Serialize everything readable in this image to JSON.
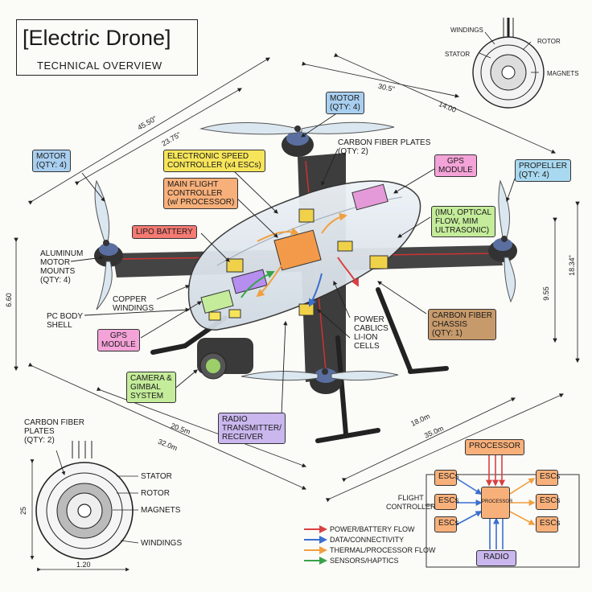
{
  "title": "[Electric Drone]",
  "subtitle": "TECHNICAL OVERVIEW",
  "colors": {
    "power": "#d94040",
    "data": "#3a6fd0",
    "thermal": "#f0a040",
    "sensors": "#3aa24a"
  },
  "labels": {
    "motor_top": [
      "MOTOR",
      "(QTY: 4)"
    ],
    "motor_left": [
      "MOTOR",
      "(QTY: 4)"
    ],
    "carbon_plates_top": [
      "CARBON FIBER PLATES",
      "(QTY: 2)"
    ],
    "esc": [
      "ELECTRONIC SPEED",
      "CONTROLLER (x4 ESCs)"
    ],
    "main_fc": [
      "MAIN FLIGHT",
      "CONTROLLER",
      "(w/ PROCESSOR)"
    ],
    "gps_top": [
      "GPS",
      "MODULE"
    ],
    "propeller": [
      "PROPELLER",
      "(QTY: 4)"
    ],
    "imu": [
      "(IMU, OPTICAL",
      "FLOW, MIM",
      "ULTRASONIC)"
    ],
    "lipo": "LIPO BATTERY",
    "aluminum": [
      "ALUMINUM",
      "MOTOR",
      "MOUNTS",
      "(QTY: 4)"
    ],
    "copper": [
      "COPPER",
      "WINDINGS"
    ],
    "pc_body": [
      "PC BODY",
      "SHELL"
    ],
    "gps_left": [
      "GPS",
      "MODULE"
    ],
    "power_cables": [
      "POWER",
      "CABLICS"
    ],
    "liion": [
      "LI-ION",
      "CELLS"
    ],
    "chassis": [
      "CARBON FIBER",
      "CHASSIS",
      "(QTY: 1)"
    ],
    "camera": [
      "CAMERA &",
      "GIMBAL",
      "SYSTEM"
    ],
    "radio_tx": [
      "RADIO",
      "TRANSMITTER/",
      "RECEIVER"
    ],
    "carbon_plates_bottom": [
      "CARBON FIBER",
      "PLATES",
      "(QTY: 2)"
    ]
  },
  "motor_top_detail": {
    "windings": "WINDINGS",
    "stator": "STATOR",
    "rotor": "ROTOR",
    "magnets": "MAGNETS"
  },
  "motor_bottom_detail": {
    "stator": "STATOR",
    "rotor": "ROTOR",
    "magnets": "MAGNETS",
    "windings": "WINDINGS",
    "dim_height": "25",
    "dim_width": "1.20"
  },
  "dimensions": {
    "d1": "45.50\"",
    "d2": "23.75\"",
    "d3": "30.5\"",
    "d4": "14.00",
    "d5": "9.55",
    "d6": "18.34\"",
    "d7": "6.60",
    "d8": "20.5m",
    "d9": "32.0m",
    "d10": "18.0m",
    "d11": "35.0m"
  },
  "flow_diagram": {
    "processor": "PROCESSOR",
    "center": "PROCESSOR",
    "escs": [
      "ESCs",
      "ESCs",
      "ESCs",
      "ESCs",
      "ESCs",
      "ESCs"
    ],
    "radio": "RADIO",
    "flight_controller": [
      "FLIGHT",
      "CONTROLLER"
    ]
  },
  "legend": [
    {
      "label": "POWER/BATTERY FLOW",
      "color": "#d94040"
    },
    {
      "label": "DATA/CONNECTIVITY",
      "color": "#3a6fd0"
    },
    {
      "label": "THERMAL/PROCESSOR FLOW",
      "color": "#f0a040"
    },
    {
      "label": "SENSORS/HAPTICS",
      "color": "#3aa24a"
    }
  ]
}
